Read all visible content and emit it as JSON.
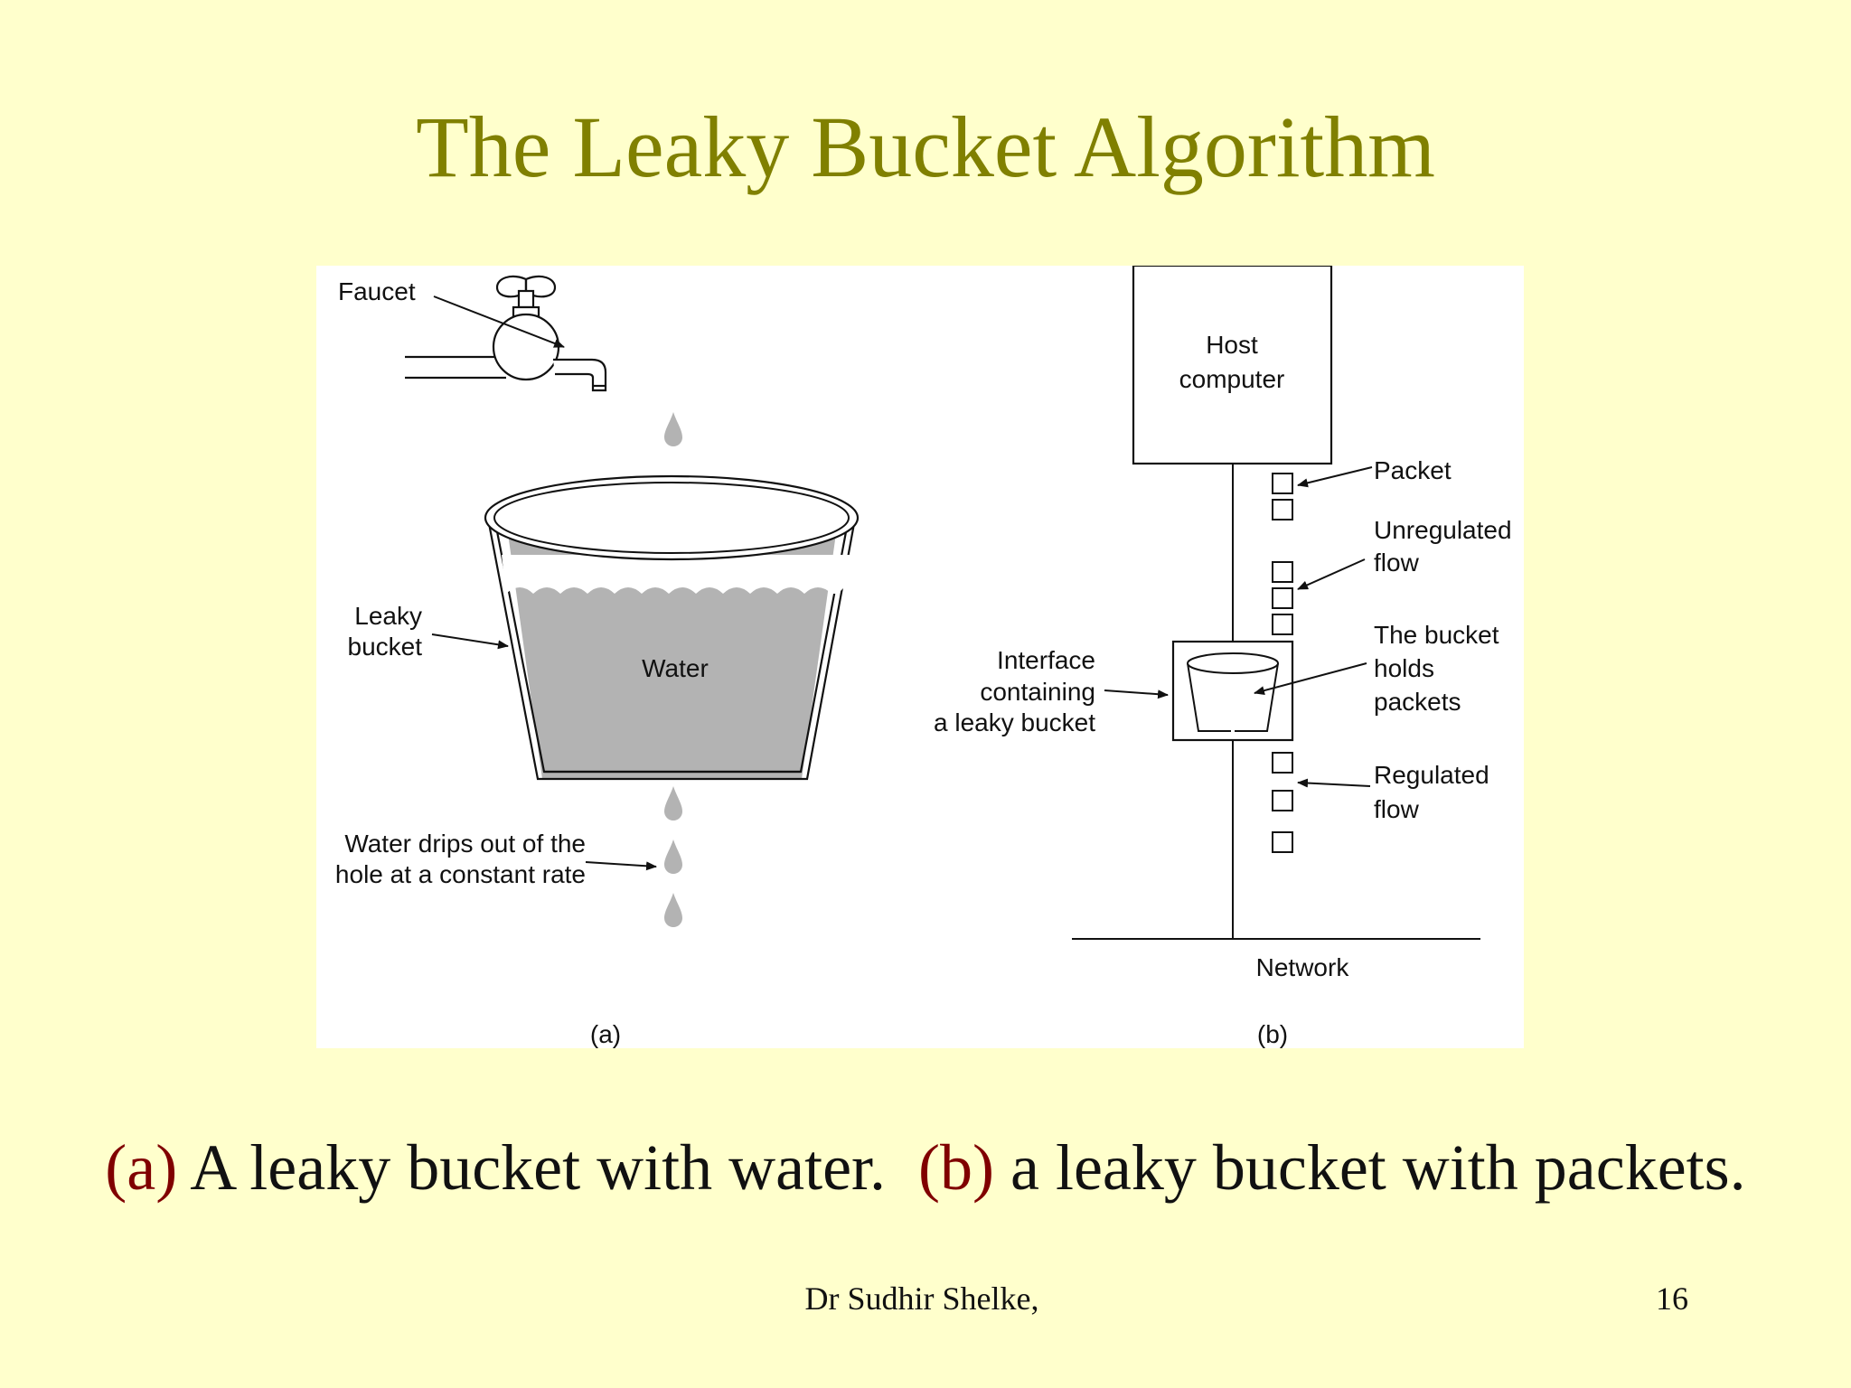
{
  "slide": {
    "title": "The Leaky Bucket Algorithm",
    "caption": {
      "a_tag": "(a)",
      "a_text": " A leaky bucket with water.  ",
      "b_tag": "(b)",
      "b_text": " a leaky bucket with packets."
    },
    "footer": {
      "author": "Dr Sudhir Shelke,",
      "page": "16"
    }
  },
  "diagram_a": {
    "faucet": "Faucet",
    "leaky_line1": "Leaky",
    "leaky_line2": "bucket",
    "water": "Water",
    "drips_line1": "Water drips out of the",
    "drips_line2": "hole at a constant rate",
    "panel_label": "(a)"
  },
  "diagram_b": {
    "host_line1": "Host",
    "host_line2": "computer",
    "packet": "Packet",
    "unregulated_line1": "Unregulated",
    "unregulated_line2": "flow",
    "bucket_line1": "The bucket",
    "bucket_line2": "holds",
    "bucket_line3": "packets",
    "interface_line1": "Interface",
    "interface_line2": "containing",
    "interface_line3": "a leaky bucket",
    "regulated_line1": "Regulated",
    "regulated_line2": "flow",
    "network": "Network",
    "panel_label": "(b)"
  },
  "colors": {
    "background": "#ffffcc",
    "title": "#808000",
    "caption_tag": "#800000",
    "water": "#b3b3b3"
  }
}
